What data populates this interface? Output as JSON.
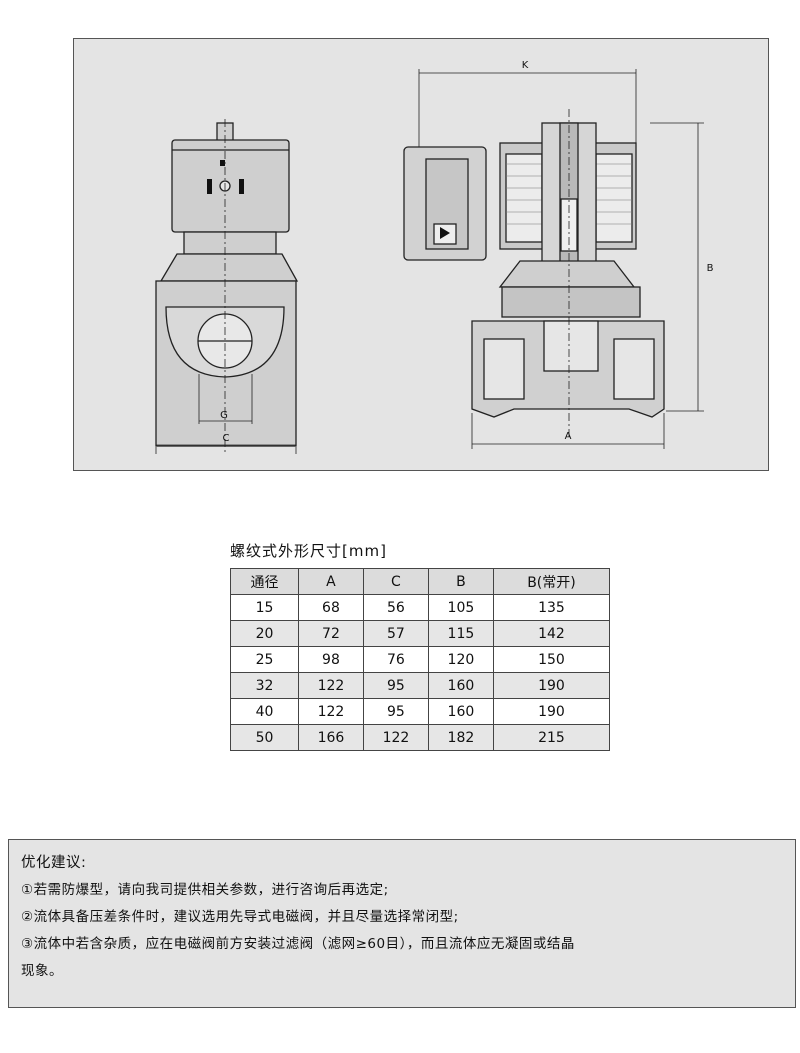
{
  "drawing": {
    "labels": {
      "k": "K",
      "b": "B",
      "a": "A",
      "g": "G",
      "c": "C"
    }
  },
  "table": {
    "title": "螺纹式外形尺寸[mm]",
    "headers": [
      "通径",
      "A",
      "C",
      "B",
      "B(常开)"
    ],
    "rows": [
      [
        "15",
        "68",
        "56",
        "105",
        "135"
      ],
      [
        "20",
        "72",
        "57",
        "115",
        "142"
      ],
      [
        "25",
        "98",
        "76",
        "120",
        "150"
      ],
      [
        "32",
        "122",
        "95",
        "160",
        "190"
      ],
      [
        "40",
        "122",
        "95",
        "160",
        "190"
      ],
      [
        "50",
        "166",
        "122",
        "182",
        "215"
      ]
    ]
  },
  "advice": {
    "title": "优化建议:",
    "items": [
      "①若需防爆型，请向我司提供相关参数，进行咨询后再选定;",
      "②流体具备压差条件时，建议选用先导式电磁阀，并且尽量选择常闭型;",
      "③流体中若含杂质，应在电磁阀前方安装过滤阀（滤网≥60目），而且流体应无凝固或结晶",
      "现象。"
    ]
  }
}
